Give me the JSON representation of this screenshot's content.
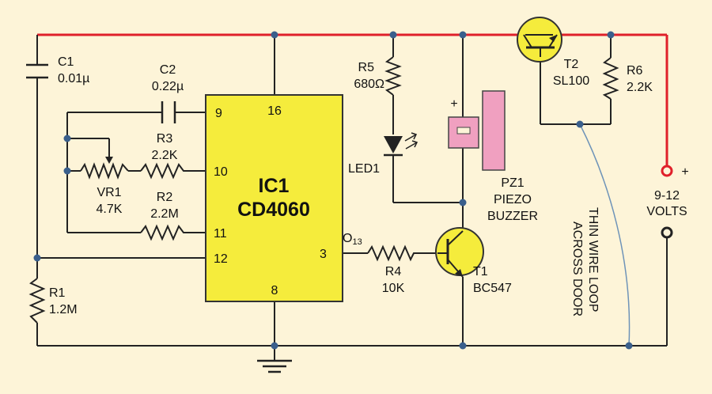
{
  "components": {
    "c1": {
      "ref": "C1",
      "value": "0.01µ"
    },
    "c2": {
      "ref": "C2",
      "value": "0.22µ"
    },
    "r3": {
      "ref": "R3",
      "value": "2.2K"
    },
    "vr1": {
      "ref": "VR1",
      "value": "4.7K"
    },
    "r2": {
      "ref": "R2",
      "value": "2.2M"
    },
    "r1": {
      "ref": "R1",
      "value": "1.2M"
    },
    "ic1": {
      "ref": "IC1",
      "part": "CD4060"
    },
    "r5": {
      "ref": "R5",
      "value": "680Ω"
    },
    "led1": {
      "ref": "LED1"
    },
    "pz1": {
      "ref": "PZ1",
      "line2": "PIEZO",
      "line3": "BUZZER"
    },
    "r4": {
      "ref": "R4",
      "value": "10K"
    },
    "t1": {
      "ref": "T1",
      "part": "BC547"
    },
    "t2": {
      "ref": "T2",
      "part": "SL100"
    },
    "r6": {
      "ref": "R6",
      "value": "2.2K"
    }
  },
  "pins": {
    "p9": "9",
    "p16": "16",
    "p10": "10",
    "p11": "11",
    "p12": "12",
    "p3": "3",
    "p8": "8"
  },
  "o13": "O",
  "o13_sub": "13",
  "plus_sign": "+",
  "supply": {
    "line1": "9-12",
    "line2": "VOLTS",
    "plus": "+"
  },
  "wire_loop": {
    "line1": "THIN WIRE LOOP",
    "line2": "ACROSS DOOR"
  },
  "colors": {
    "background": "#fdf4d8",
    "wire": "#222222",
    "supply_rail": "#e0202a",
    "ic_fill": "#f5ec3c",
    "transistor_fill": "#f5ec3c",
    "buzzer_fill": "#f0a0c0",
    "loop_wire": "#6e93b8"
  }
}
